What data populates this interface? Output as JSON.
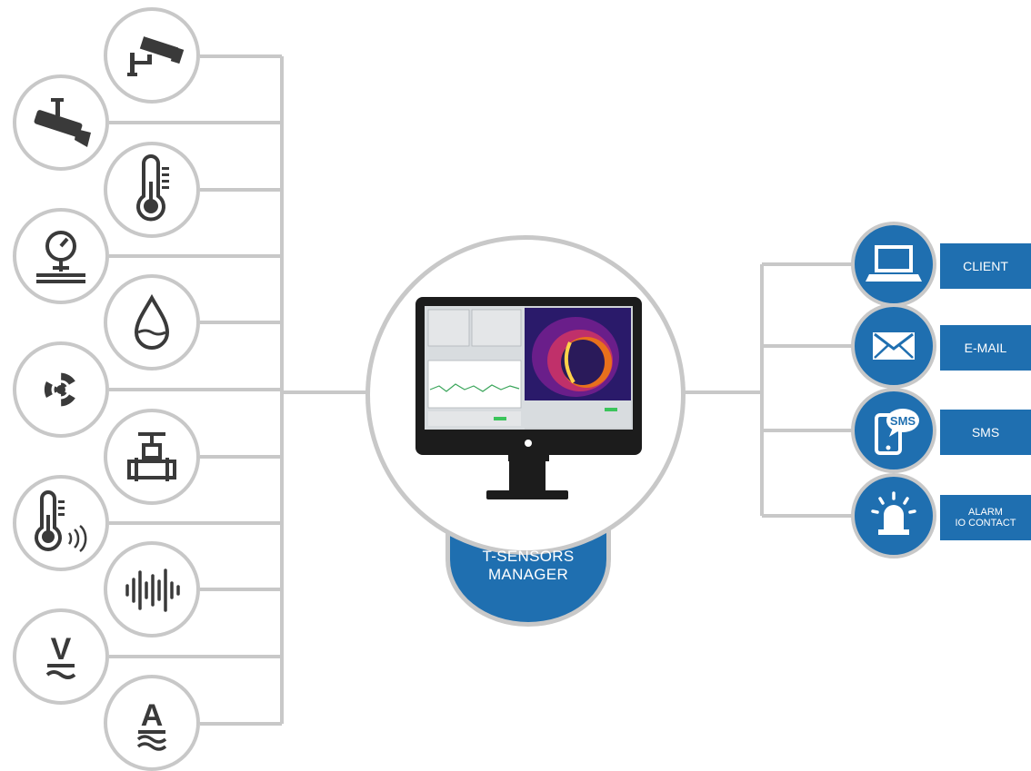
{
  "hub": {
    "label_line1": "T-SENSORS",
    "label_line2": "MANAGER"
  },
  "inputs": [
    {
      "icon": "ptz-camera-icon"
    },
    {
      "icon": "security-camera-icon"
    },
    {
      "icon": "thermometer-icon"
    },
    {
      "icon": "pressure-gauge-icon"
    },
    {
      "icon": "water-drop-icon"
    },
    {
      "icon": "radiation-icon"
    },
    {
      "icon": "valve-icon"
    },
    {
      "icon": "wireless-thermometer-icon"
    },
    {
      "icon": "sound-wave-icon"
    },
    {
      "icon": "voltage-icon",
      "symbol": "V"
    },
    {
      "icon": "current-icon",
      "symbol": "A"
    }
  ],
  "outputs": [
    {
      "icon": "laptop-icon",
      "label": "CLIENT"
    },
    {
      "icon": "envelope-icon",
      "label": "E-MAIL"
    },
    {
      "icon": "sms-phone-icon",
      "label": "SMS",
      "badge": "SMS"
    },
    {
      "icon": "alarm-light-icon",
      "label_line1": "ALARM",
      "label_line2": "IO CONTACT"
    }
  ],
  "colors": {
    "accent": "#1f6fb0",
    "connector": "#c8c8c8",
    "icon": "#3a3a3a"
  }
}
